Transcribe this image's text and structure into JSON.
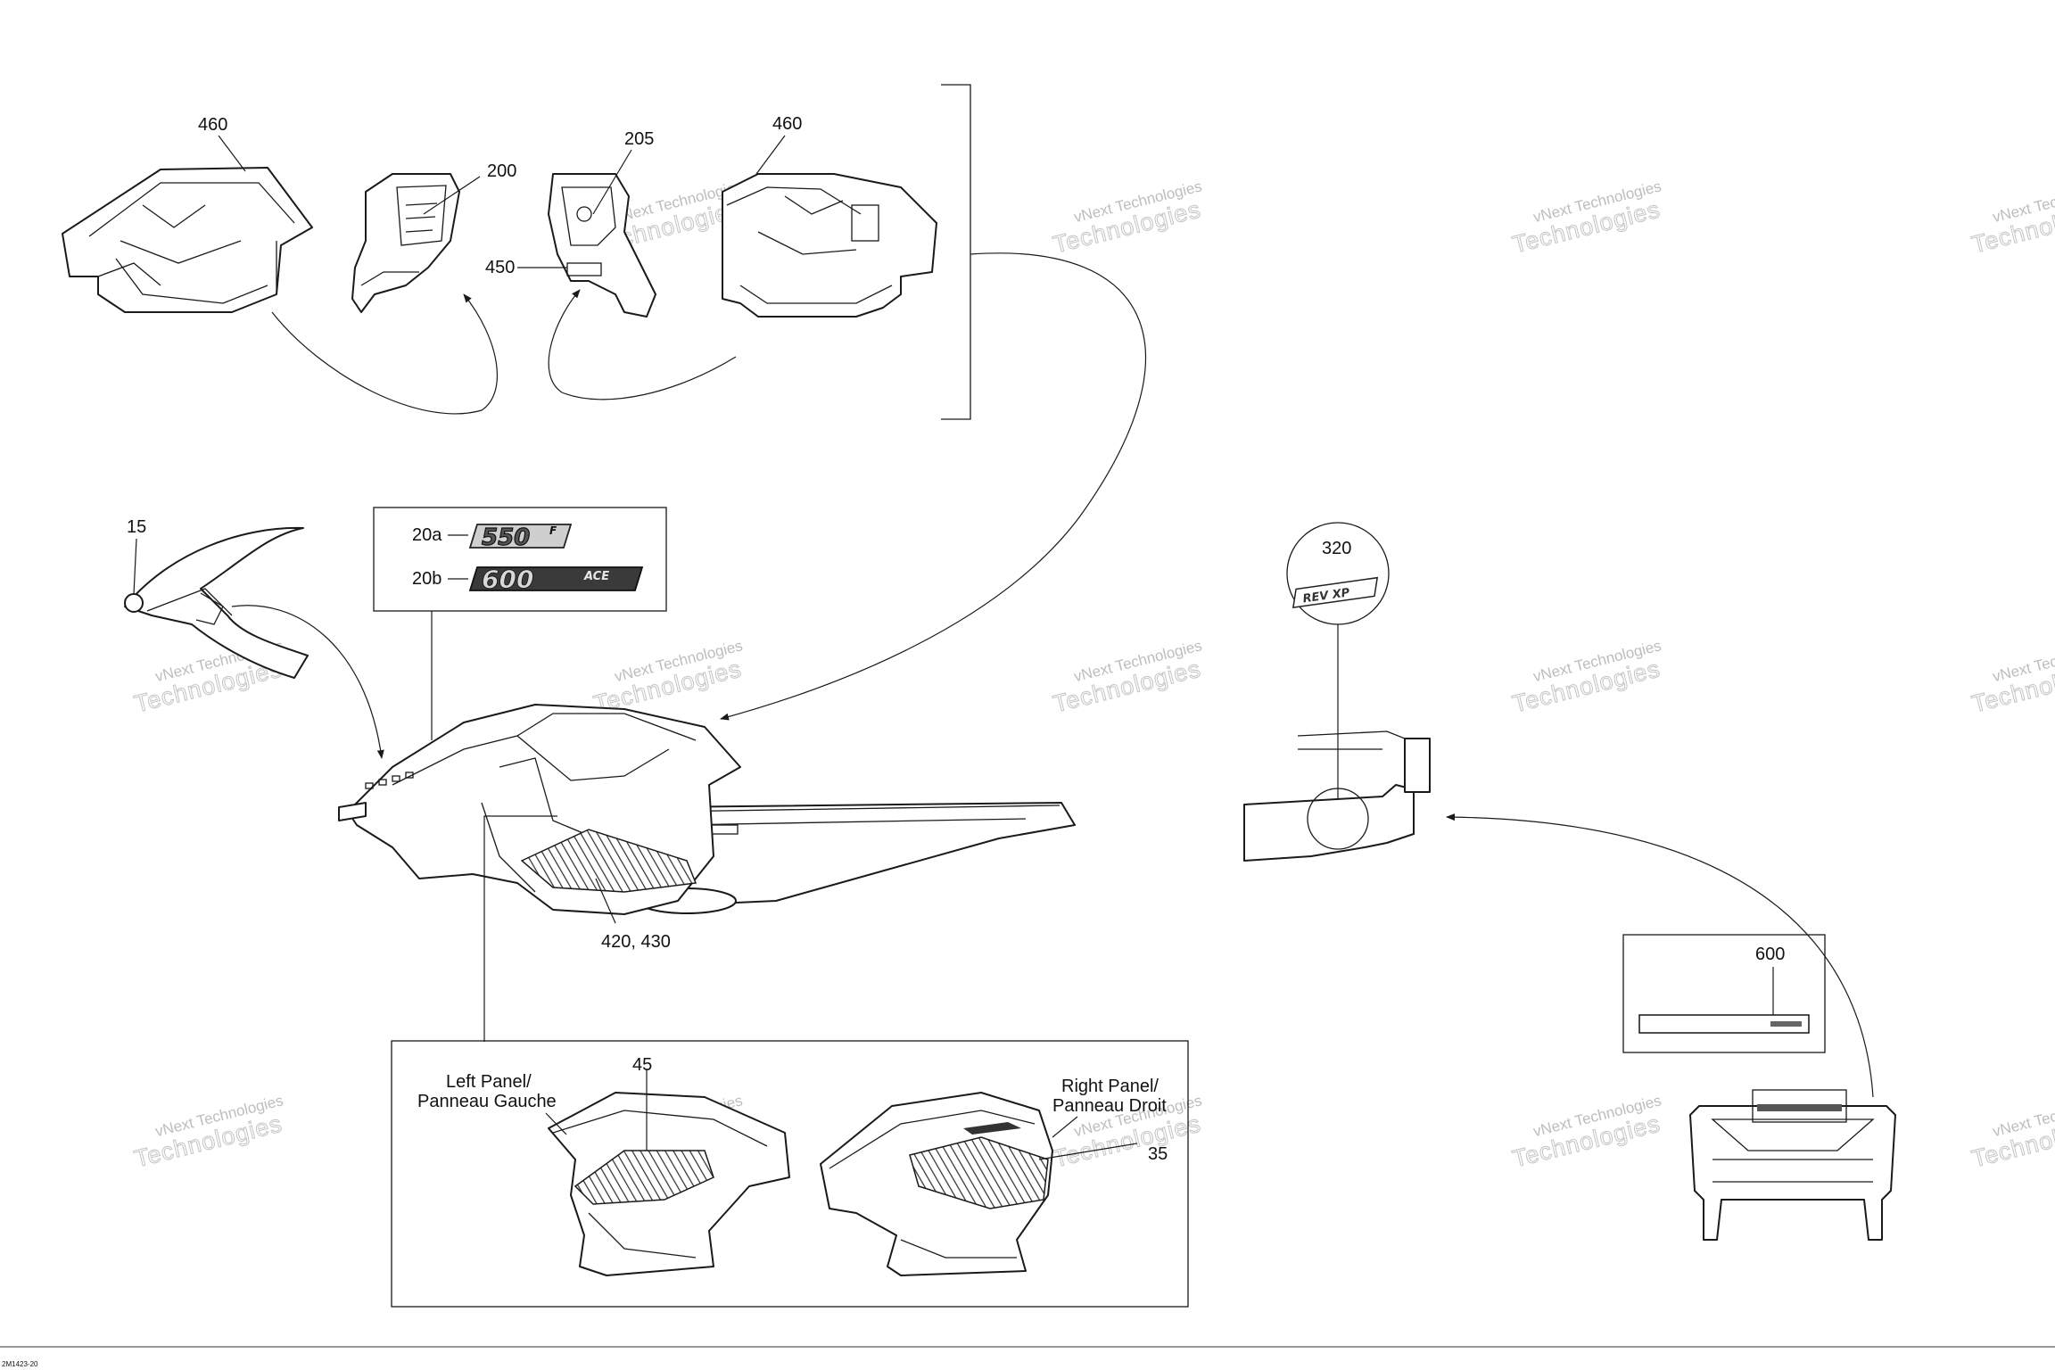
{
  "callouts": {
    "c460_left": "460",
    "c200": "200",
    "c205": "205",
    "c460_right": "460",
    "c450": "450",
    "c15": "15",
    "c20a": "20a",
    "c20b": "20b",
    "c320": "320",
    "c420_430": "420, 430",
    "c600": "600",
    "c45": "45",
    "c35": "35"
  },
  "panels": {
    "left_line1": "Left Panel/",
    "left_line2": "Panneau Gauche",
    "right_line1": "Right Panel/",
    "right_line2": "Panneau Droit"
  },
  "decals": {
    "d20a_main": "550",
    "d20a_sup": "F",
    "d20b_main": "600",
    "d20b_sup": "ACE",
    "d320": "REV XP"
  },
  "watermark": {
    "line1": "vNext Technologies",
    "line2": "Technologies",
    "faint": "vNext"
  },
  "footer": {
    "code": "2M1423-20"
  }
}
